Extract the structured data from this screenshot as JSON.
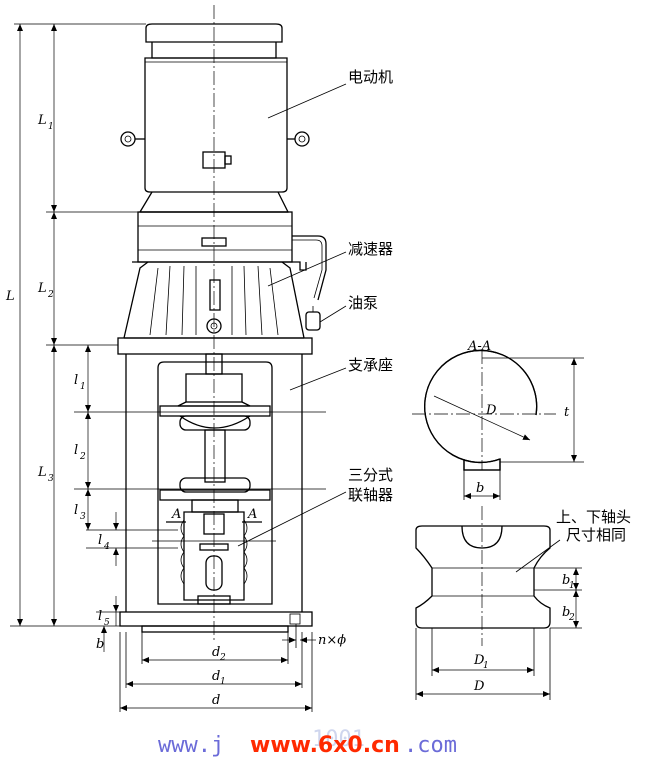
{
  "labels": {
    "motor": "电动机",
    "reducer": "减速器",
    "oil_pump": "油泵",
    "support": "支承座",
    "coupling_line1": "三分式",
    "coupling_line2": "联轴器",
    "section_title": "A-A",
    "shaft_note_line1": "上、下轴头",
    "shaft_note_line2": "尺寸相同"
  },
  "dims": {
    "L": "L",
    "L1": "L",
    "L1_sub": "1",
    "L2": "L",
    "L2_sub": "2",
    "L3": "L",
    "L3_sub": "3",
    "l1": "l",
    "l1_sub": "1",
    "l2": "l",
    "l2_sub": "2",
    "l3": "l",
    "l3_sub": "3",
    "l4": "l",
    "l4_sub": "4",
    "l5": "l",
    "l5_sub": "5",
    "b": "b",
    "d2": "d",
    "d2_sub": "2",
    "d1": "d",
    "d1_sub": "1",
    "d": "d",
    "n_phi": "n×ϕ",
    "A_left": "A",
    "A_right": "A",
    "sec_D": "D",
    "sec_t": "t",
    "sec_b": "b",
    "D1": "D",
    "D1_sub": "1",
    "D": "D",
    "b1": "b",
    "b1_sub": "1",
    "b2": "b",
    "b2_sub": "2"
  },
  "watermark": {
    "left": "www.j",
    "middle": "www.6x0.cn",
    "right": ".com",
    "faded": "1001"
  }
}
